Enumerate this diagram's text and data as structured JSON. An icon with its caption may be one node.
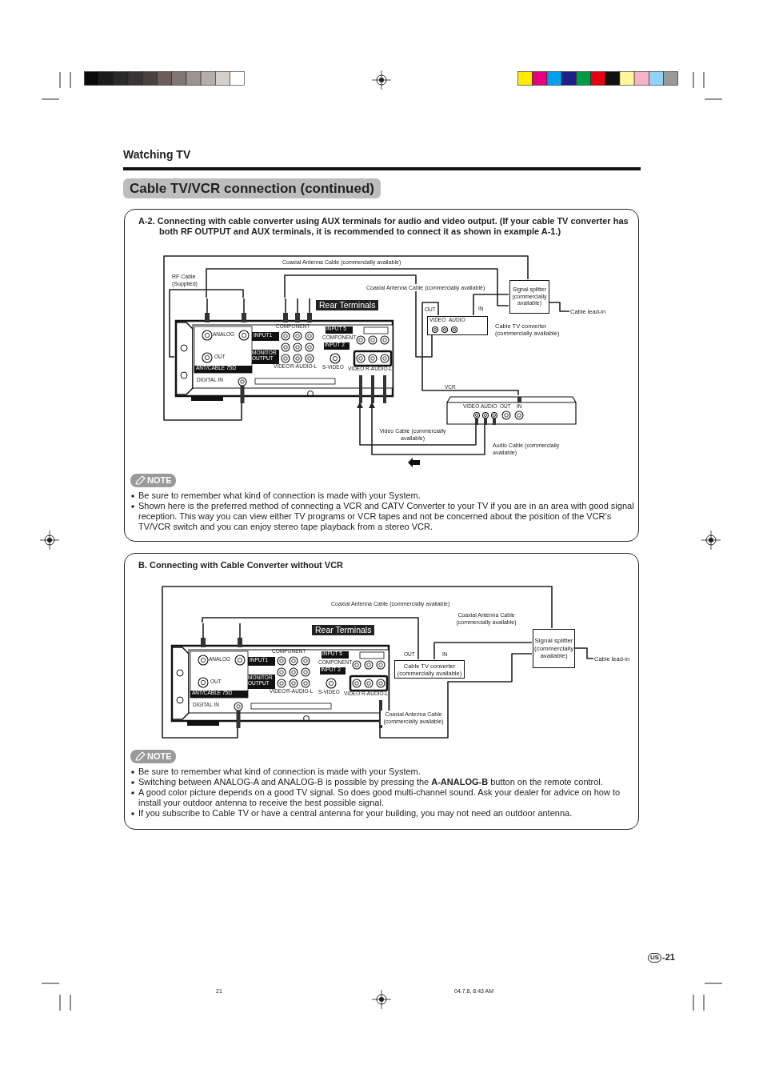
{
  "diagram": {
    "title": "Cable TV/VCR connection (continued)",
    "nodes": [
      {
        "text": [
          "A-2. Connecting with cable converter using AUX terminals for audio and video output. (If your cable TV converter has both RF OUTPUT and AUX terminals, it is recommended to connect it as shown in example A-1.)",
          "NOTE",
          "Be sure to remember what kind of connection is made with your System.",
          "Shown here is the preferred method of connecting a VCR and CATV Converter to your TV if you are in an area with good signal reception. This way you can view either TV programs or VCR tapes and not be concerned about the position of the VCR's TV/VCR switch and you can enjoy stereo tape playback from a stereo VCR."
        ]
      },
      {
        "text": [
          "Rear Terminals"
        ],
        "in": 0
      },
      {
        "text": [
          "Signal splitter (commercially available)"
        ],
        "in": 0
      },
      {
        "text": [
          "VIDEO",
          "AUDIO"
        ],
        "beside": [
          "OUT",
          "IN",
          "Cable TV converter (commercially available)"
        ],
        "in": 0
      },
      {
        "text": [
          "VIDEO",
          "AUDIO",
          "OUT",
          "IN"
        ],
        "beside": [
          "VCR"
        ],
        "in": 0
      },
      {
        "text": [
          "Cable lead-in"
        ],
        "in": 0
      },
      {
        "text": [
          "B. Connecting with Cable Converter without VCR",
          "NOTE",
          "Be sure to remember what kind of connection is made with your System.",
          "Switching between ANALOG-A and ANALOG-B is possible by pressing the **A-ANALOG-B** button on the remote control.",
          "A good color picture depends on a good TV signal. So does good multi-channel sound. Ask your dealer for advice on how to install your outdoor antenna to receive the best possible signal.",
          "If you subscribe to Cable TV or have a central antenna for your building, you may not need an outdoor antenna."
        ]
      },
      {
        "text": [
          "Rear Terminals"
        ],
        "in": 6
      },
      {
        "text": [
          "Cable TV converter (commercially available)"
        ],
        "beside": [
          "OUT",
          "IN"
        ],
        "in": 6
      },
      {
        "text": [
          "Signal splitter (commercially available)"
        ],
        "in": 6
      },
      {
        "text": [
          "Cable lead-in"
        ],
        "in": 6
      }
    ],
    "edges": [
      {
        "from": 2,
        "to": 1,
        "arrow": "none",
        "label": "Coaxial Antenna Cable (commercially available)"
      },
      {
        "from": 2,
        "to": 1,
        "arrow": "none"
      },
      {
        "from": 1,
        "to": 1,
        "arrow": "none",
        "label": "RF Cable (Supplied)"
      },
      {
        "from": 2,
        "to": 3,
        "arrow": "none",
        "label": "Coaxial Antenna Cable (commercially available)"
      },
      {
        "from": 3,
        "to": 4,
        "arrow": "none"
      },
      {
        "from": 3,
        "to": 1,
        "arrow": "none"
      },
      {
        "from": 4,
        "to": 1,
        "arrow": "to",
        "label": "Video Cable (commercially available)"
      },
      {
        "from": 4,
        "to": 1,
        "arrow": "to",
        "label": "Audio Cable (commercially available)"
      },
      {
        "from": 2,
        "to": 5,
        "arrow": "none"
      },
      {
        "from": 9,
        "to": 7,
        "arrow": "none",
        "label": "Coaxial Antenna Cable (commercially available)"
      },
      {
        "from": 8,
        "to": 7,
        "arrow": "none"
      },
      {
        "from": 9,
        "to": 8,
        "arrow": "none",
        "label": "Coaxial Antenna Cable (commercially available)"
      },
      {
        "from": 9,
        "to": 7,
        "arrow": "none",
        "label": "Coaxial Antenna Cable (commercially available)"
      },
      {
        "from": 9,
        "to": 10,
        "arrow": "none"
      }
    ],
    "labels": [
      "Watching TV",
      "ANALOG",
      "OUT",
      "ANT/CABLE 75Ω",
      "DIGITAL IN",
      "COMPONENT",
      "INPUT1",
      "MONITOR OUTPUT",
      "VIDEO",
      "R-AUDIO-L",
      "INPUT 5",
      "COMPONENT",
      "INPUT 2",
      "S-VIDEO",
      "VIDEO",
      "R-AUDIO-L",
      "ANALOG",
      "OUT",
      "ANT/CABLE 75Ω",
      "DIGITAL IN",
      "COMPONENT",
      "INPUT1",
      "MONITOR OUTPUT",
      "VIDEO",
      "R-AUDIO-L",
      "INPUT 5",
      "COMPONENT",
      "INPUT 2",
      "S-VIDEO",
      "VIDEO",
      "R-AUDIO-L",
      "US",
      "-21",
      "21",
      "04.7.8, 8:43 AM"
    ]
  }
}
